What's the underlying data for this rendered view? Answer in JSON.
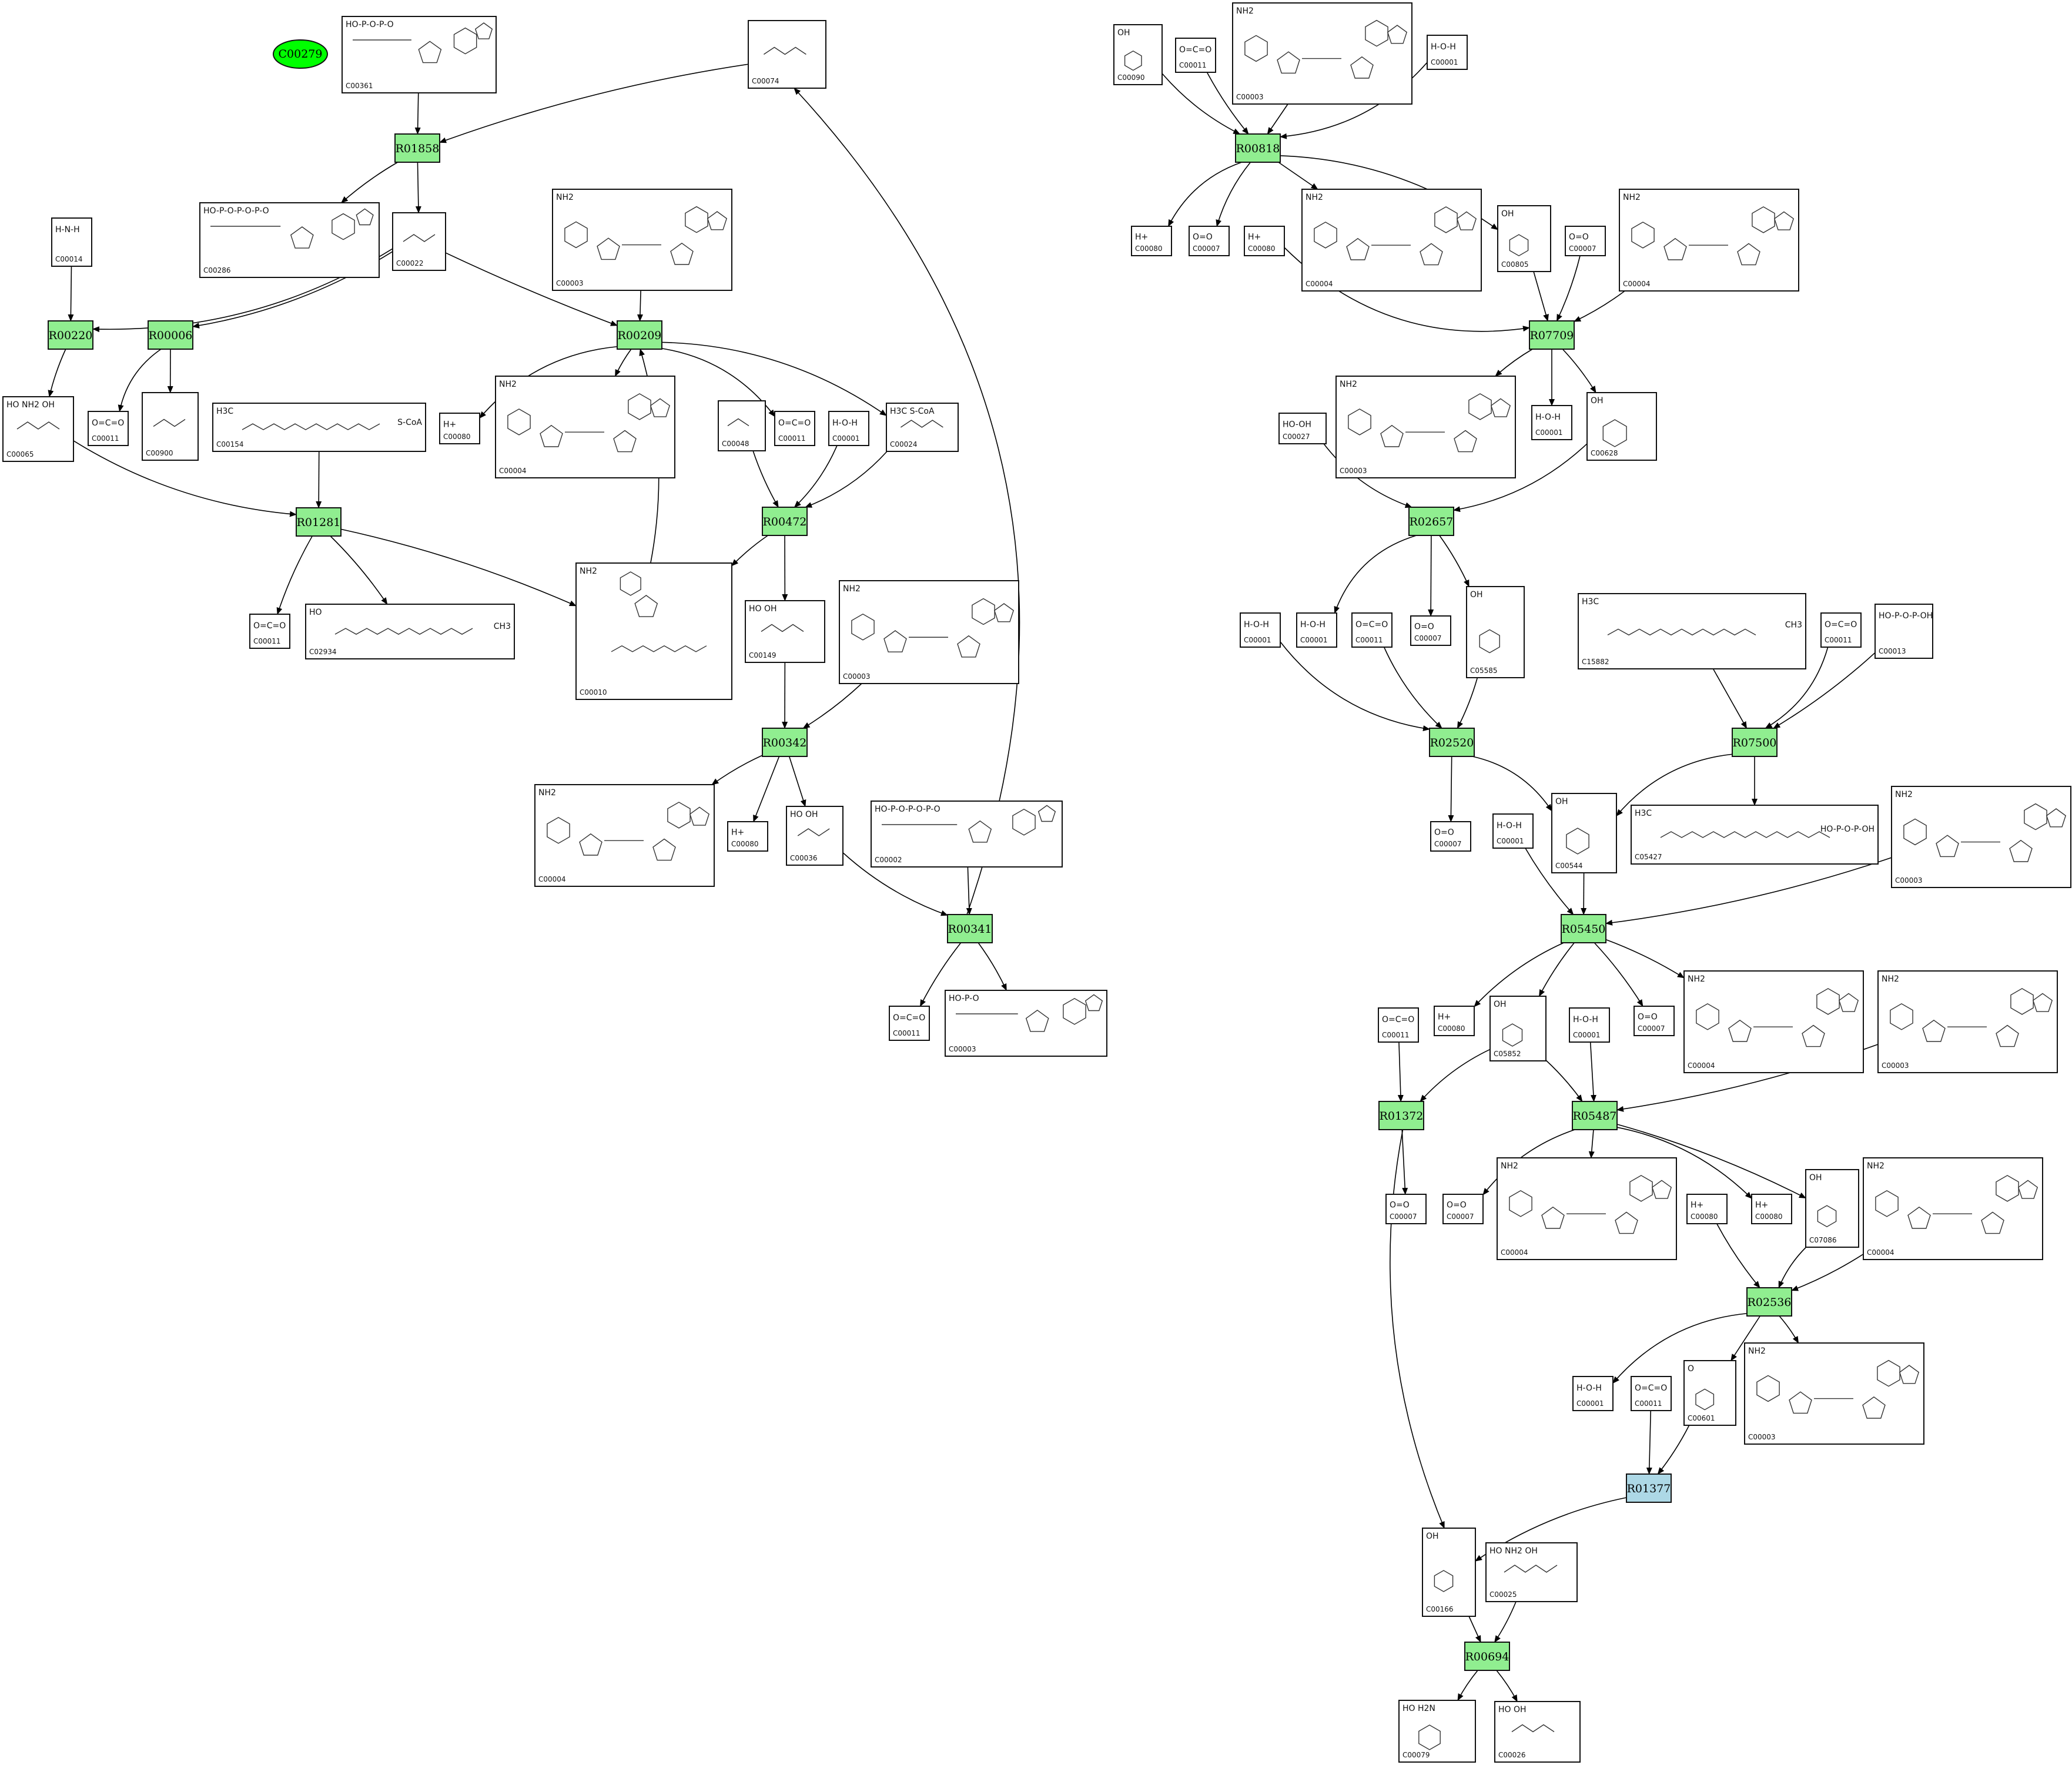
{
  "colors": {
    "reaction_fill": "#90ee90",
    "reaction_alt_fill": "#add8e6",
    "start_fill": "#00ff00",
    "edge": "#000000"
  },
  "start_node": {
    "id": "C00279"
  },
  "reactions": [
    {
      "id": "R01858",
      "color": "#90ee90"
    },
    {
      "id": "R00220",
      "color": "#90ee90"
    },
    {
      "id": "R00006",
      "color": "#90ee90"
    },
    {
      "id": "R00209",
      "color": "#90ee90"
    },
    {
      "id": "R01281",
      "color": "#90ee90"
    },
    {
      "id": "R00472",
      "color": "#90ee90"
    },
    {
      "id": "R00342",
      "color": "#90ee90"
    },
    {
      "id": "R00341",
      "color": "#90ee90"
    },
    {
      "id": "R00818",
      "color": "#90ee90"
    },
    {
      "id": "R07709",
      "color": "#90ee90"
    },
    {
      "id": "R02657",
      "color": "#90ee90"
    },
    {
      "id": "R02520",
      "color": "#90ee90"
    },
    {
      "id": "R07500",
      "color": "#90ee90"
    },
    {
      "id": "R05450",
      "color": "#90ee90"
    },
    {
      "id": "R01372",
      "color": "#90ee90"
    },
    {
      "id": "R05487",
      "color": "#90ee90"
    },
    {
      "id": "R02536",
      "color": "#90ee90"
    },
    {
      "id": "R01377",
      "color": "#add8e6"
    },
    {
      "id": "R00694",
      "color": "#90ee90"
    }
  ],
  "compounds": [
    {
      "key": "c00361",
      "id": "C00361",
      "formula": "HO-P-O-P-O",
      "mol": "nucleotide"
    },
    {
      "key": "c00074",
      "id": "C00074",
      "formula": "",
      "mol": "small"
    },
    {
      "key": "c00286",
      "id": "C00286",
      "formula": "HO-P-O-P-O-P-O",
      "mol": "nucleotide"
    },
    {
      "key": "c00014",
      "id": "C00014",
      "formula": "H-N-H",
      "mol": "none"
    },
    {
      "key": "c00022",
      "id": "C00022",
      "formula": "",
      "mol": "small"
    },
    {
      "key": "c00003a",
      "id": "C00003",
      "formula": "NH2",
      "mol": "nad"
    },
    {
      "key": "c00065",
      "id": "C00065",
      "formula": "HO  NH2  OH",
      "mol": "small"
    },
    {
      "key": "c00011a",
      "id": "C00011",
      "formula": "O=C=O",
      "mol": "none"
    },
    {
      "key": "c00900",
      "id": "C00900",
      "formula": "",
      "mol": "small"
    },
    {
      "key": "c00154",
      "id": "C00154",
      "formula": "H3C",
      "tail": "S-CoA",
      "mol": "chain"
    },
    {
      "key": "c00080a",
      "id": "C00080",
      "formula": "H+",
      "mol": "none"
    },
    {
      "key": "c00004a",
      "id": "C00004",
      "formula": "NH2",
      "mol": "nad"
    },
    {
      "key": "c00048",
      "id": "C00048",
      "formula": "",
      "mol": "small"
    },
    {
      "key": "c00011b",
      "id": "C00011",
      "formula": "O=C=O",
      "mol": "none"
    },
    {
      "key": "c00001a",
      "id": "C00001",
      "formula": "H-O-H",
      "mol": "none"
    },
    {
      "key": "c00024",
      "id": "C00024",
      "formula": "H3C  S-CoA",
      "mol": "small"
    },
    {
      "key": "c00011c",
      "id": "C00011",
      "formula": "O=C=O",
      "mol": "none"
    },
    {
      "key": "c02934",
      "id": "C02934",
      "formula": "HO",
      "tail": "CH3",
      "mol": "chain"
    },
    {
      "key": "c00010",
      "id": "C00010",
      "formula": "NH2",
      "mol": "coa"
    },
    {
      "key": "c00149",
      "id": "C00149",
      "formula": "HO  OH",
      "mol": "small"
    },
    {
      "key": "c00003b",
      "id": "C00003",
      "formula": "NH2",
      "mol": "nad"
    },
    {
      "key": "c00004b",
      "id": "C00004",
      "formula": "NH2",
      "mol": "nad"
    },
    {
      "key": "c00080b",
      "id": "C00080",
      "formula": "H+",
      "mol": "none"
    },
    {
      "key": "c00036",
      "id": "C00036",
      "formula": "HO  OH",
      "mol": "small"
    },
    {
      "key": "c00002",
      "id": "C00002",
      "formula": "HO-P-O-P-O-P-O",
      "mol": "nucleotide"
    },
    {
      "key": "c00011d",
      "id": "C00011",
      "formula": "O=C=O",
      "mol": "none"
    },
    {
      "key": "c00003c",
      "id": "C00003",
      "formula": "HO-P-O",
      "mol": "nucleotide"
    },
    {
      "key": "c00090",
      "id": "C00090",
      "formula": "OH",
      "mol": "ring"
    },
    {
      "key": "c00011e",
      "id": "C00011",
      "formula": "O=C=O",
      "mol": "none"
    },
    {
      "key": "c00003d",
      "id": "C00003",
      "formula": "NH2",
      "mol": "nad"
    },
    {
      "key": "c00001b",
      "id": "C00001",
      "formula": "H-O-H",
      "mol": "none"
    },
    {
      "key": "c00080c",
      "id": "C00080",
      "formula": "H+",
      "mol": "none"
    },
    {
      "key": "c00007a",
      "id": "C00007",
      "formula": "O=O",
      "mol": "none"
    },
    {
      "key": "c00080d",
      "id": "C00080",
      "formula": "H+",
      "mol": "none"
    },
    {
      "key": "c00004c",
      "id": "C00004",
      "formula": "NH2",
      "mol": "nad"
    },
    {
      "key": "c00805",
      "id": "C00805",
      "formula": "OH",
      "mol": "ring"
    },
    {
      "key": "c00007b",
      "id": "C00007",
      "formula": "O=O",
      "mol": "none"
    },
    {
      "key": "c00004d",
      "id": "C00004",
      "formula": "NH2",
      "mol": "nad"
    },
    {
      "key": "c00027",
      "id": "C00027",
      "formula": "HO-OH",
      "mol": "none"
    },
    {
      "key": "c00003e",
      "id": "C00003",
      "formula": "NH2",
      "mol": "nad"
    },
    {
      "key": "c00001c",
      "id": "C00001",
      "formula": "H-O-H",
      "mol": "none"
    },
    {
      "key": "c00628",
      "id": "C00628",
      "formula": "OH",
      "mol": "ring"
    },
    {
      "key": "c00001d",
      "id": "C00001",
      "formula": "H-O-H",
      "mol": "none"
    },
    {
      "key": "c00001e",
      "id": "C00001",
      "formula": "H-O-H",
      "mol": "none"
    },
    {
      "key": "c00011f",
      "id": "C00011",
      "formula": "O=C=O",
      "mol": "none"
    },
    {
      "key": "c00007c",
      "id": "C00007",
      "formula": "O=O",
      "mol": "none"
    },
    {
      "key": "c05585",
      "id": "C05585",
      "formula": "OH",
      "mol": "ring"
    },
    {
      "key": "c15882",
      "id": "C15882",
      "formula": "H3C",
      "tail": "CH3",
      "mol": "chain"
    },
    {
      "key": "c00011g",
      "id": "C00011",
      "formula": "O=C=O",
      "mol": "none"
    },
    {
      "key": "c00013",
      "id": "C00013",
      "formula": "HO-P-O-P-OH",
      "mol": "none"
    },
    {
      "key": "c00007d",
      "id": "C00007",
      "formula": "O=O",
      "mol": "none"
    },
    {
      "key": "c00001f",
      "id": "C00001",
      "formula": "H-O-H",
      "mol": "none"
    },
    {
      "key": "c00544",
      "id": "C00544",
      "formula": "OH",
      "mol": "ring"
    },
    {
      "key": "c05427",
      "id": "C05427",
      "formula": "H3C",
      "tail": "HO-P-O-P-OH",
      "mol": "chain"
    },
    {
      "key": "c00003f",
      "id": "C00003",
      "formula": "NH2",
      "mol": "nad"
    },
    {
      "key": "c00011h",
      "id": "C00011",
      "formula": "O=C=O",
      "mol": "none"
    },
    {
      "key": "c00080e",
      "id": "C00080",
      "formula": "H+",
      "mol": "none"
    },
    {
      "key": "c05852",
      "id": "C05852",
      "formula": "OH",
      "mol": "ring"
    },
    {
      "key": "c00001g",
      "id": "C00001",
      "formula": "H-O-H",
      "mol": "none"
    },
    {
      "key": "c00007e",
      "id": "C00007",
      "formula": "O=O",
      "mol": "none"
    },
    {
      "key": "c00004e",
      "id": "C00004",
      "formula": "NH2",
      "mol": "nad"
    },
    {
      "key": "c00003g",
      "id": "C00003",
      "formula": "NH2",
      "mol": "nad"
    },
    {
      "key": "c00007f",
      "id": "C00007",
      "formula": "O=O",
      "mol": "none"
    },
    {
      "key": "c00007g",
      "id": "C00007",
      "formula": "O=O",
      "mol": "none"
    },
    {
      "key": "c00004f",
      "id": "C00004",
      "formula": "NH2",
      "mol": "nad"
    },
    {
      "key": "c00080f",
      "id": "C00080",
      "formula": "H+",
      "mol": "none"
    },
    {
      "key": "c00080g",
      "id": "C00080",
      "formula": "H+",
      "mol": "none"
    },
    {
      "key": "c07086",
      "id": "C07086",
      "formula": "OH",
      "mol": "ring"
    },
    {
      "key": "c00004g",
      "id": "C00004",
      "formula": "NH2",
      "mol": "nad"
    },
    {
      "key": "c00001h",
      "id": "C00001",
      "formula": "H-O-H",
      "mol": "none"
    },
    {
      "key": "c00011i",
      "id": "C00011",
      "formula": "O=C=O",
      "mol": "none"
    },
    {
      "key": "c00601",
      "id": "C00601",
      "formula": "O",
      "mol": "ring"
    },
    {
      "key": "c00003h",
      "id": "C00003",
      "formula": "NH2",
      "mol": "nad"
    },
    {
      "key": "c00166",
      "id": "C00166",
      "formula": "OH",
      "mol": "ring"
    },
    {
      "key": "c00025",
      "id": "C00025",
      "formula": "HO  NH2  OH",
      "mol": "small"
    },
    {
      "key": "c00079",
      "id": "C00079",
      "formula": "HO  H2N",
      "mol": "ring"
    },
    {
      "key": "c00026",
      "id": "C00026",
      "formula": "HO  OH",
      "mol": "small"
    }
  ]
}
